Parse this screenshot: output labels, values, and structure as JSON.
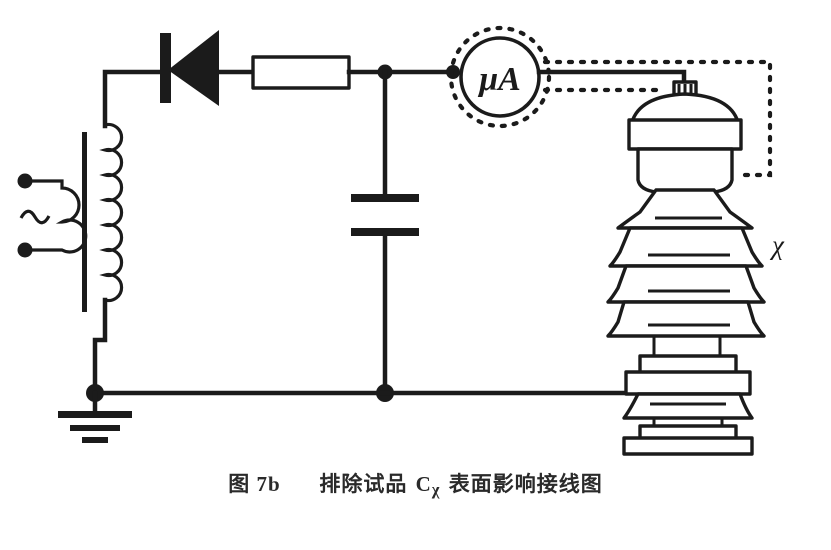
{
  "figure": {
    "caption_number": "图 7b",
    "caption_text_before": "排除试品",
    "caption_symbol_main": "C",
    "caption_symbol_sub": "χ",
    "caption_text_after": "表面影响接线图",
    "caption_full": "图 7b 排除试品 Cχ 表面影响接线图"
  },
  "labels": {
    "meter": "μA",
    "specimen": "χ"
  },
  "components": {
    "ac_source": {
      "name": "ac-source",
      "symbol": "~",
      "terminal_top": "terminal-dot-top",
      "terminal_bottom": "terminal-dot-bottom"
    },
    "transformer": {
      "name": "high-voltage-transformer",
      "primary": "primary-winding",
      "core": "transformer-core",
      "secondary": "secondary-winding"
    },
    "diode": {
      "name": "rectifier-diode",
      "orientation": "cathode-left"
    },
    "resistor": {
      "name": "current-limiting-resistor"
    },
    "capacitor": {
      "name": "filter-capacitor"
    },
    "microammeter": {
      "name": "microammeter",
      "shield": "shield-ring-dotted"
    },
    "specimen": {
      "name": "test-specimen-bushing",
      "sheds": 7
    },
    "ground": {
      "name": "earth-ground"
    },
    "shield_wire": {
      "name": "guard-shield-wire",
      "style": "dotted"
    }
  },
  "colors": {
    "ink": "#1b1b1b",
    "background": "#ffffff",
    "caption": "#2a2a2a"
  }
}
